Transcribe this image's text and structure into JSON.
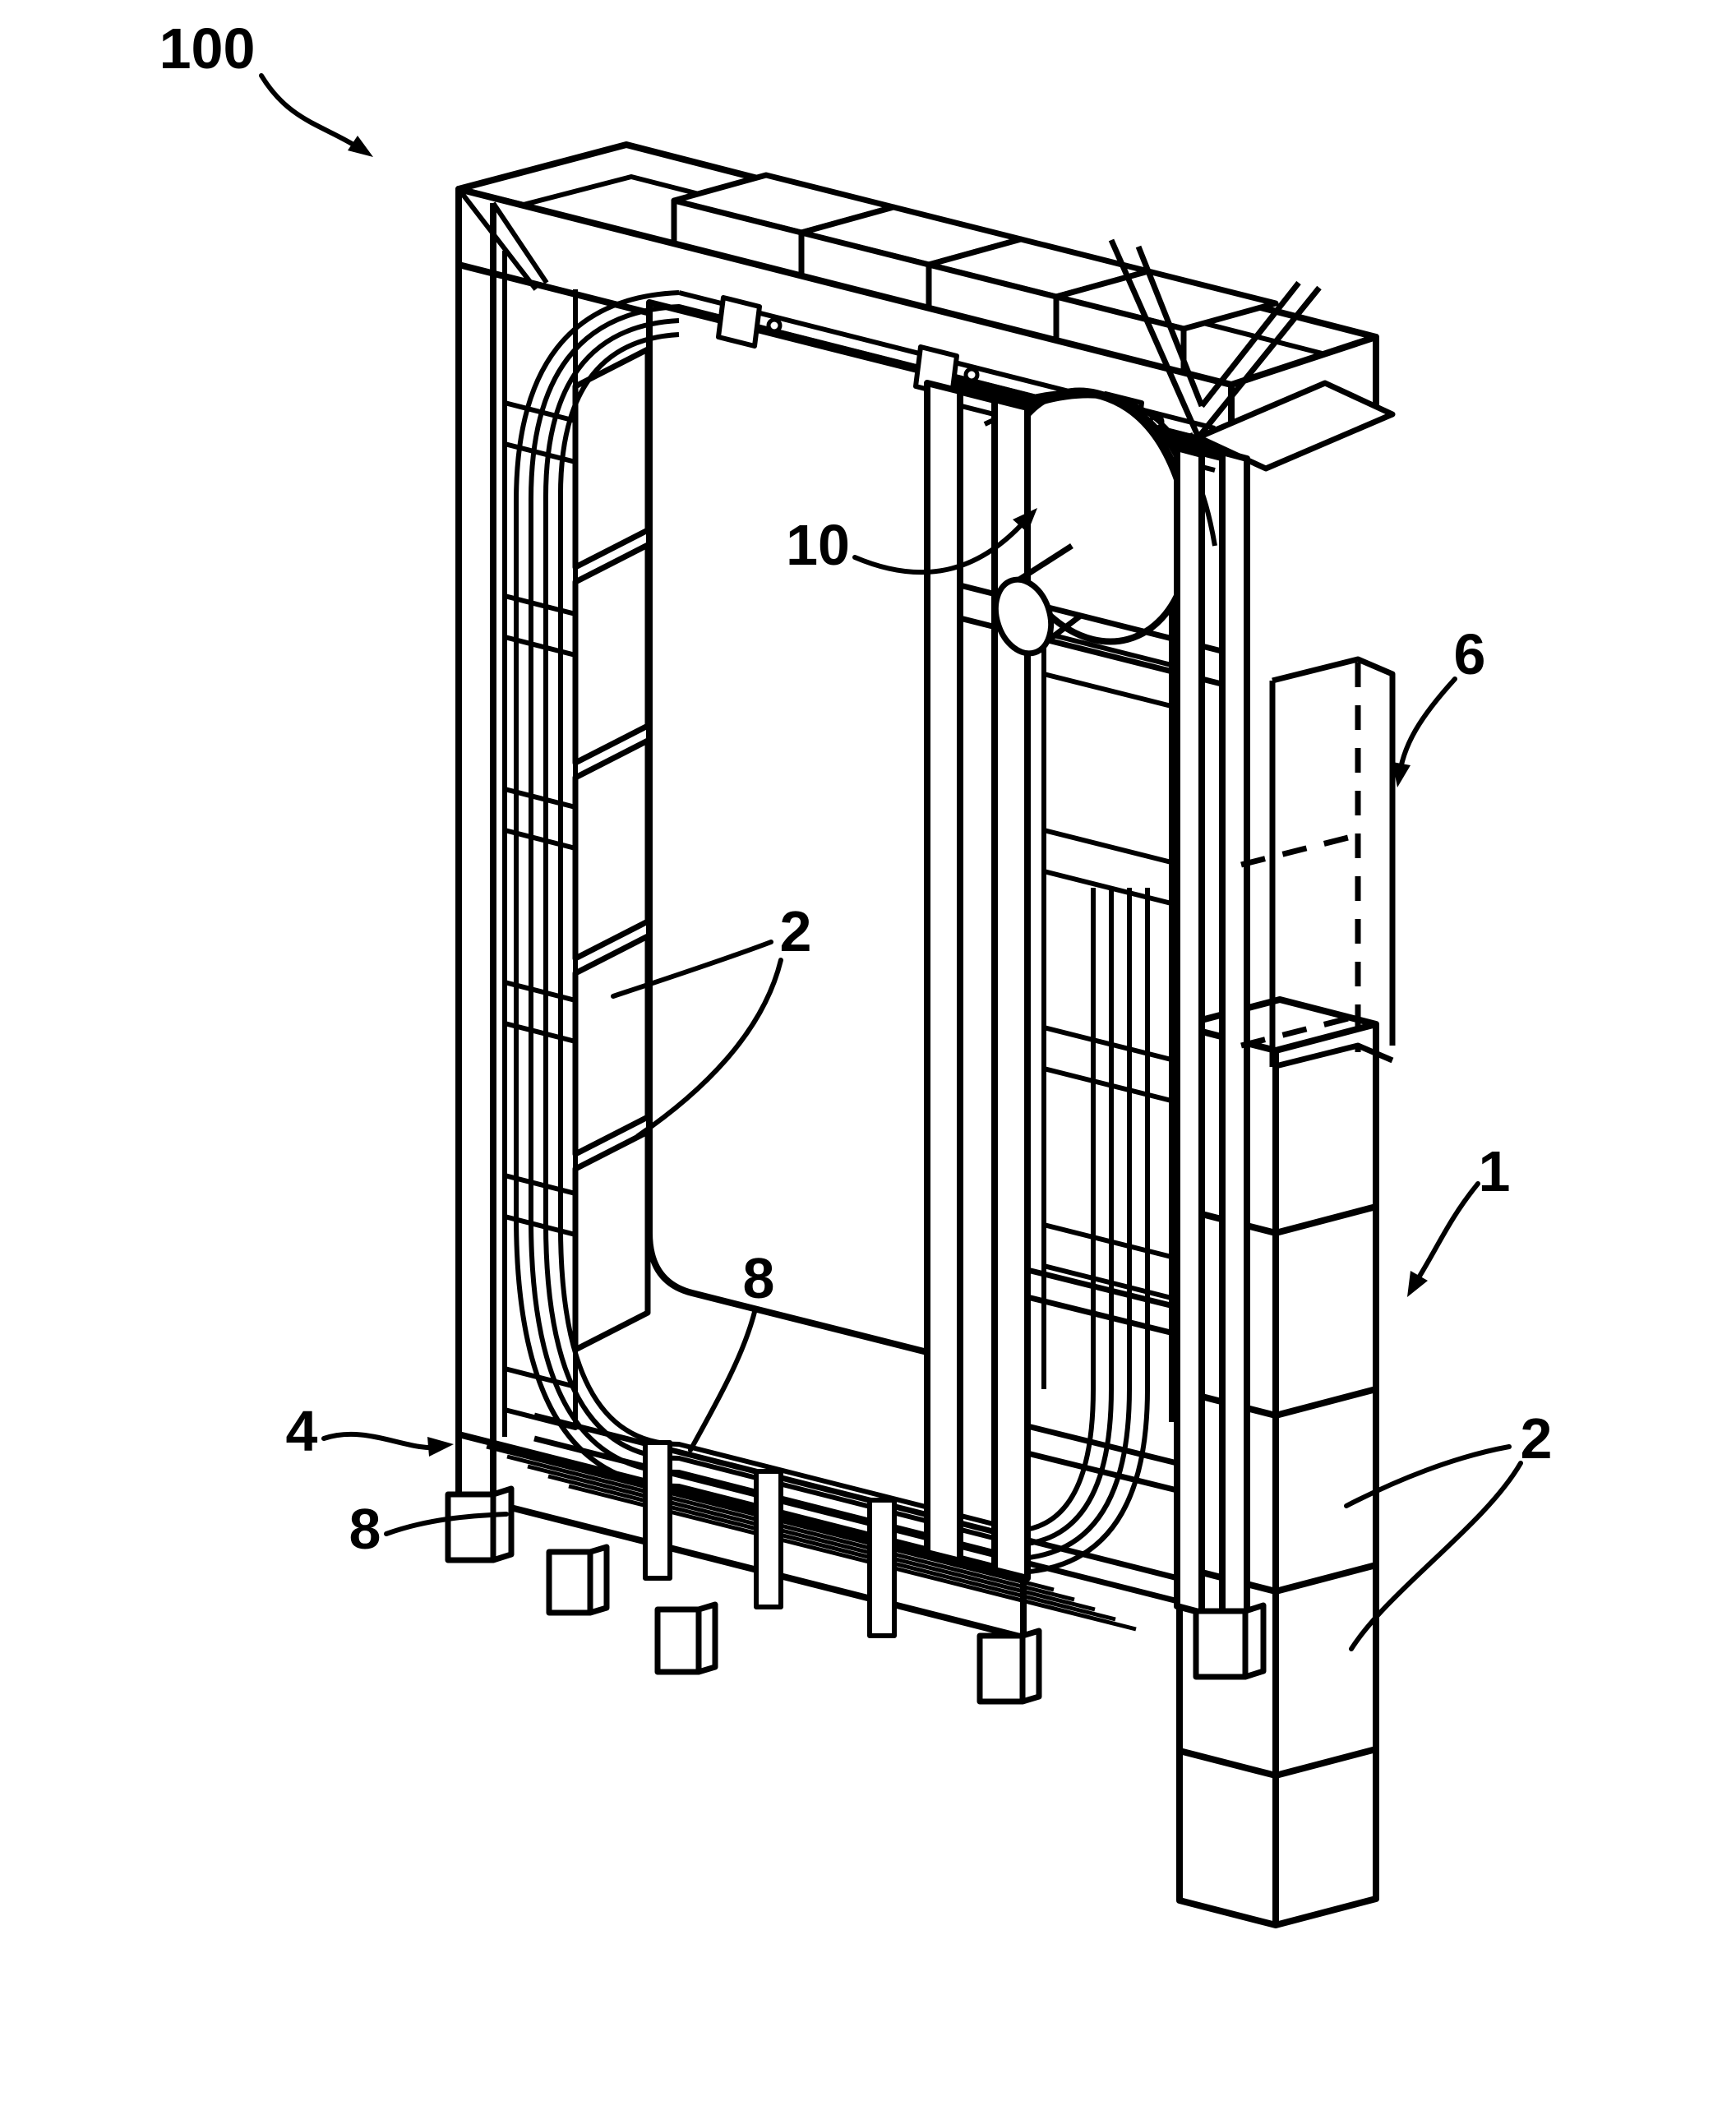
{
  "figure": {
    "background": "#ffffff",
    "line_color": "#000000",
    "reference_labels": [
      "100",
      "10",
      "6",
      "2",
      "1",
      "2",
      "8",
      "8",
      "4"
    ]
  }
}
